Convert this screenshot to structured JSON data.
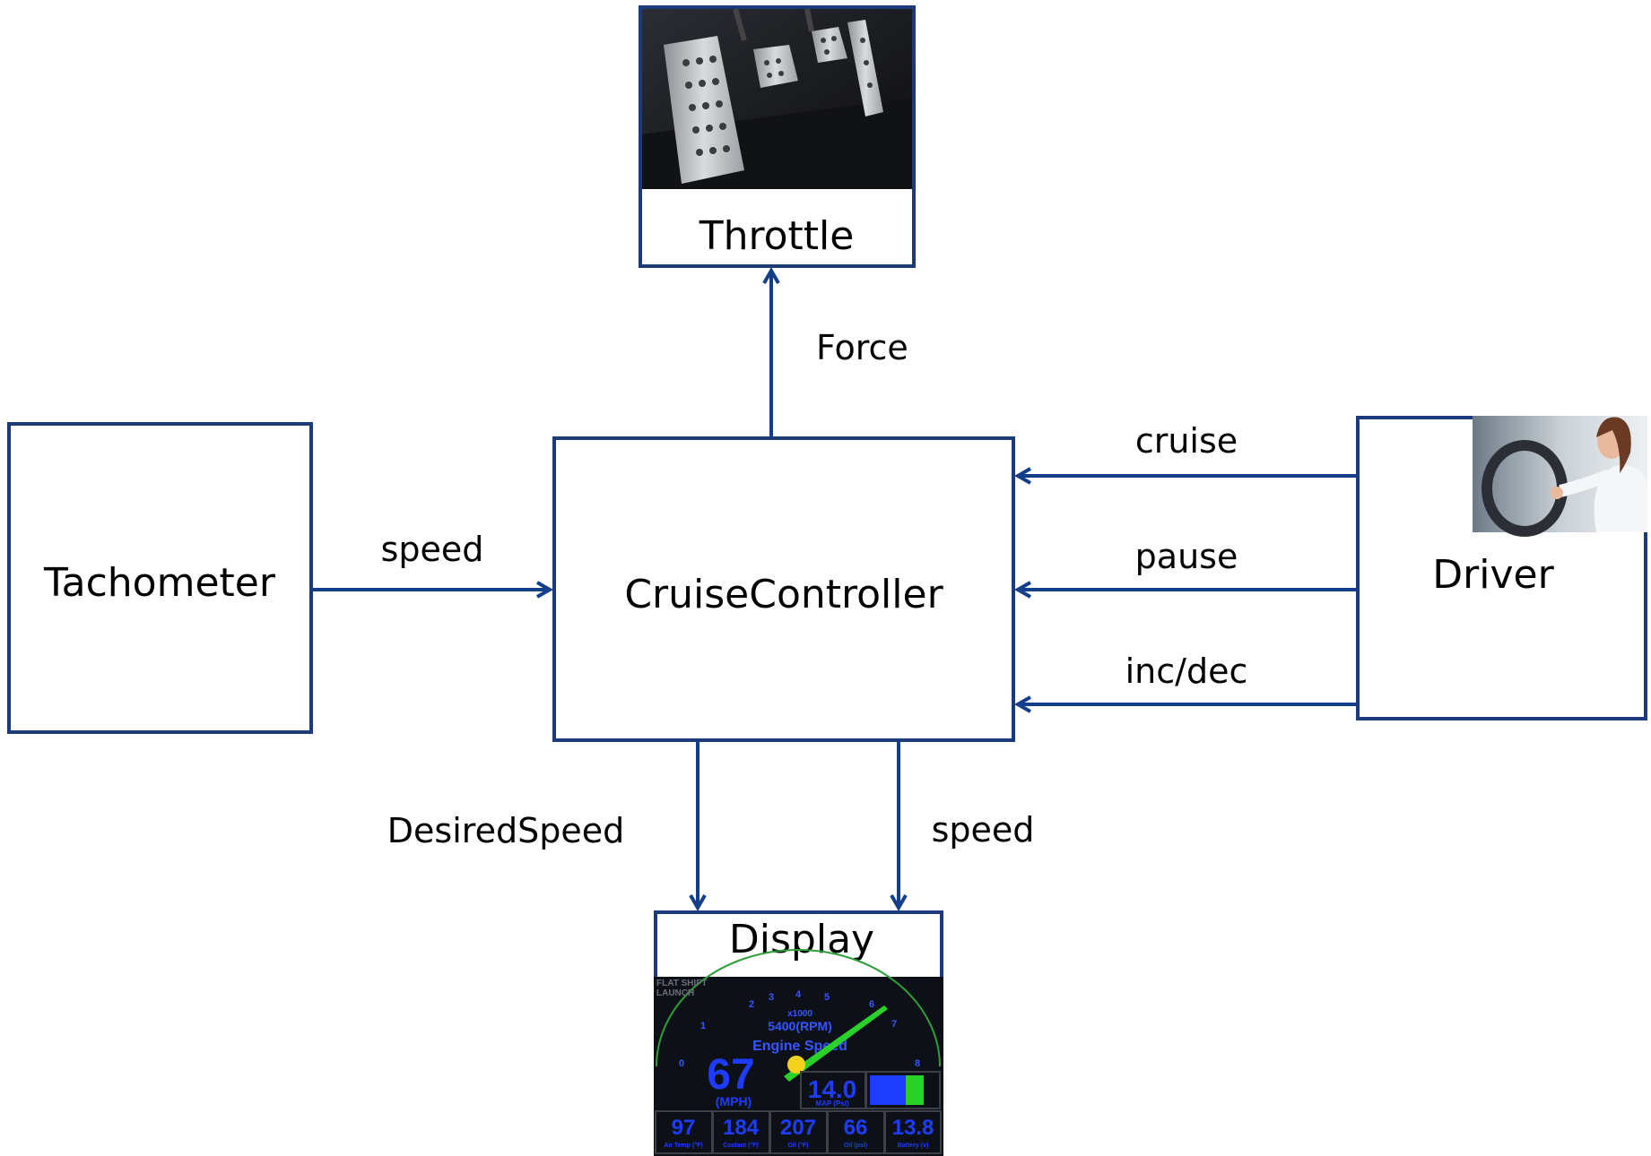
{
  "nodes": {
    "throttle": "Throttle",
    "tachometer": "Tachometer",
    "controller": "CruiseController",
    "driver": "Driver",
    "display": "Display"
  },
  "edges": {
    "force": "Force",
    "speed_in": "speed",
    "cruise": "cruise",
    "pause": "pause",
    "incdec": "inc/dec",
    "desired_speed": "DesiredSpeed",
    "speed_out": "speed"
  },
  "dashboard": {
    "flat_shift": "FLAT SHIFT",
    "launch": "LAUNCH",
    "dial_ticks": [
      "0",
      "1",
      "2",
      "3",
      "4",
      "5",
      "6",
      "7",
      "8"
    ],
    "rpm_unit": "x1000",
    "rpm_value": "5400(RPM)",
    "engine_speed": "Engine Speed",
    "speed_value": "67",
    "speed_unit": "(MPH)",
    "map_value": "14.0",
    "map_unit": "MAP (Psi)",
    "gauges": [
      {
        "value": "97",
        "label": "Air Temp (°F)"
      },
      {
        "value": "184",
        "label": "Coolant (°F)"
      },
      {
        "value": "207",
        "label": "Oil (°F)"
      },
      {
        "value": "66",
        "label": "Oil (psi)"
      },
      {
        "value": "13.8",
        "label": "Battery (v)"
      }
    ]
  },
  "colors": {
    "line": "#133f8a",
    "box_stroke": "#1b3b7d",
    "dash_bg": "#0d1117",
    "dash_blue": "#1d3cff",
    "needle": "#2bd12b",
    "arc": "#2f9e3a"
  }
}
